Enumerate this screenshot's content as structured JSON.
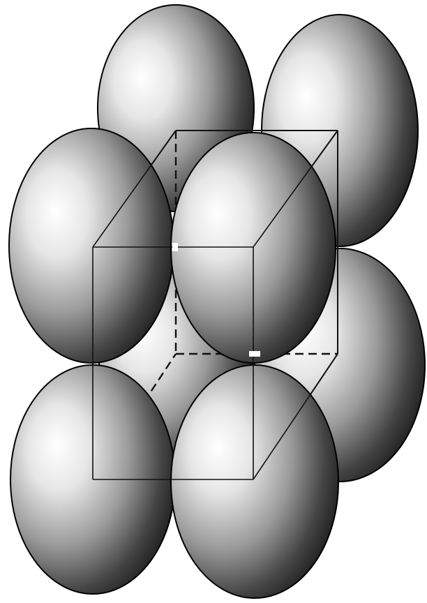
{
  "diagram": {
    "subject": "simple-cubic-unit-cell",
    "sphere_count": 8,
    "cell_edge_count": 12,
    "hidden_edge_style": "dashed",
    "visible_edge_style": "solid",
    "colors": {
      "background": "#ffffff",
      "sphere_highlight": "#ffffff",
      "sphere_mid": "#9a9a9a",
      "sphere_shadow": "#1a1a1a",
      "sphere_rim": "#000000",
      "cell_edge": "#111111"
    }
  }
}
